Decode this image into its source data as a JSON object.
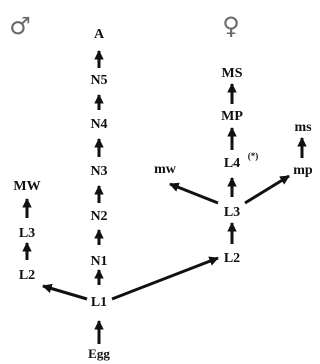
{
  "symbols": {
    "male": "♂",
    "female": "♀"
  },
  "stages": {
    "egg": "Egg",
    "l1": "L1",
    "male_n1": "N1",
    "male_n2": "N2",
    "male_n3": "N3",
    "male_n4": "N4",
    "male_n5": "N5",
    "male_adult": "A",
    "mw_l2": "L2",
    "mw_l3": "L3",
    "mw": "MW",
    "female_l2": "L2",
    "female_l3": "L3",
    "female_l4": "L4",
    "female_l4_note": "(*)",
    "female_mw": "mw",
    "female_mp": "MP",
    "female_ms": "MS",
    "female_mp_small": "mp",
    "female_ms_small": "ms"
  },
  "colors": {
    "ink": "#111111",
    "symbol": "#6a6a6a"
  }
}
